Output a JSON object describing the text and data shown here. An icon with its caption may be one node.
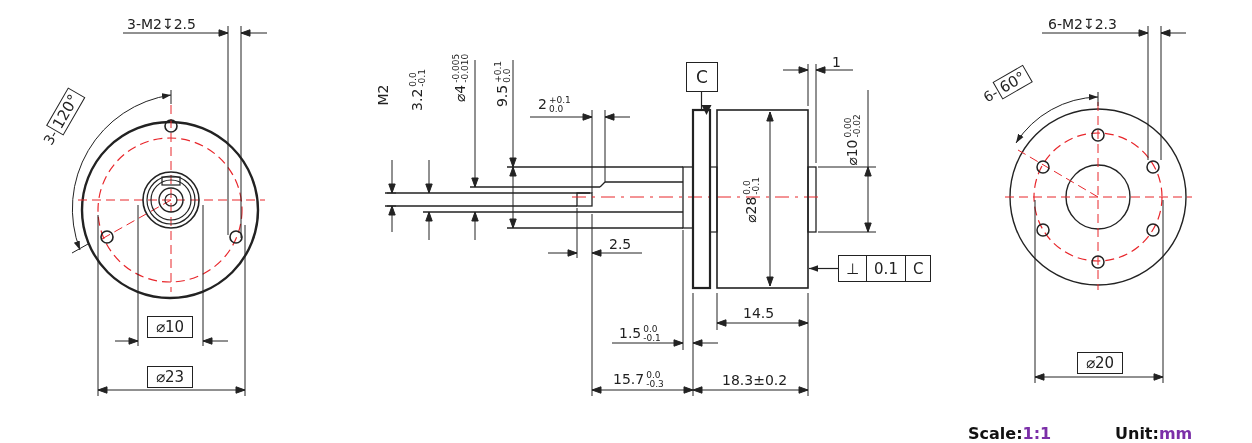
{
  "diagram": {
    "nodes": [
      {
        "text": [
          "C"
        ]
      },
      {
        "text": [
          "⊥",
          "0.1",
          "C"
        ]
      },
      {
        "text": [
          "120°"
        ],
        "beside": [
          "3-"
        ]
      },
      {
        "text": [
          "⌀10"
        ]
      },
      {
        "text": [
          "⌀23"
        ]
      },
      {
        "text": [
          "60°"
        ],
        "beside": [
          "6-"
        ]
      },
      {
        "text": [
          "⌀20"
        ]
      },
      {
        "text": [],
        "shape": "box"
      },
      {
        "text": [],
        "shape": "box"
      }
    ],
    "edges": [
      {
        "from": 0,
        "to": 7,
        "arrow": "to"
      },
      {
        "from": 1,
        "to": 8,
        "arrow": "to"
      }
    ],
    "labels": [
      "3-M2↧2.5",
      "M2",
      "3.2$^{0.0}$$_{-0.1}$",
      "⌀4$^{-0.005}$$_{-0.010}$",
      "9.5$^{+0.1}$$_{0.0}$",
      "2$^{+0.1}$$_{0.0}$",
      "2.5",
      "1.5$^{0.0}$$_{-0.1}$",
      "15.7$^{0.0}$$_{-0.3}$",
      "18.3±0.2",
      "⌀28$^{0.0}$$_{-0.1}$",
      "14.5",
      "1",
      "⌀10$^{0.00}$$_{-0.02}$",
      "6-M2↧2.3",
      "Scale:1:1",
      "Unit:mm"
    ]
  }
}
